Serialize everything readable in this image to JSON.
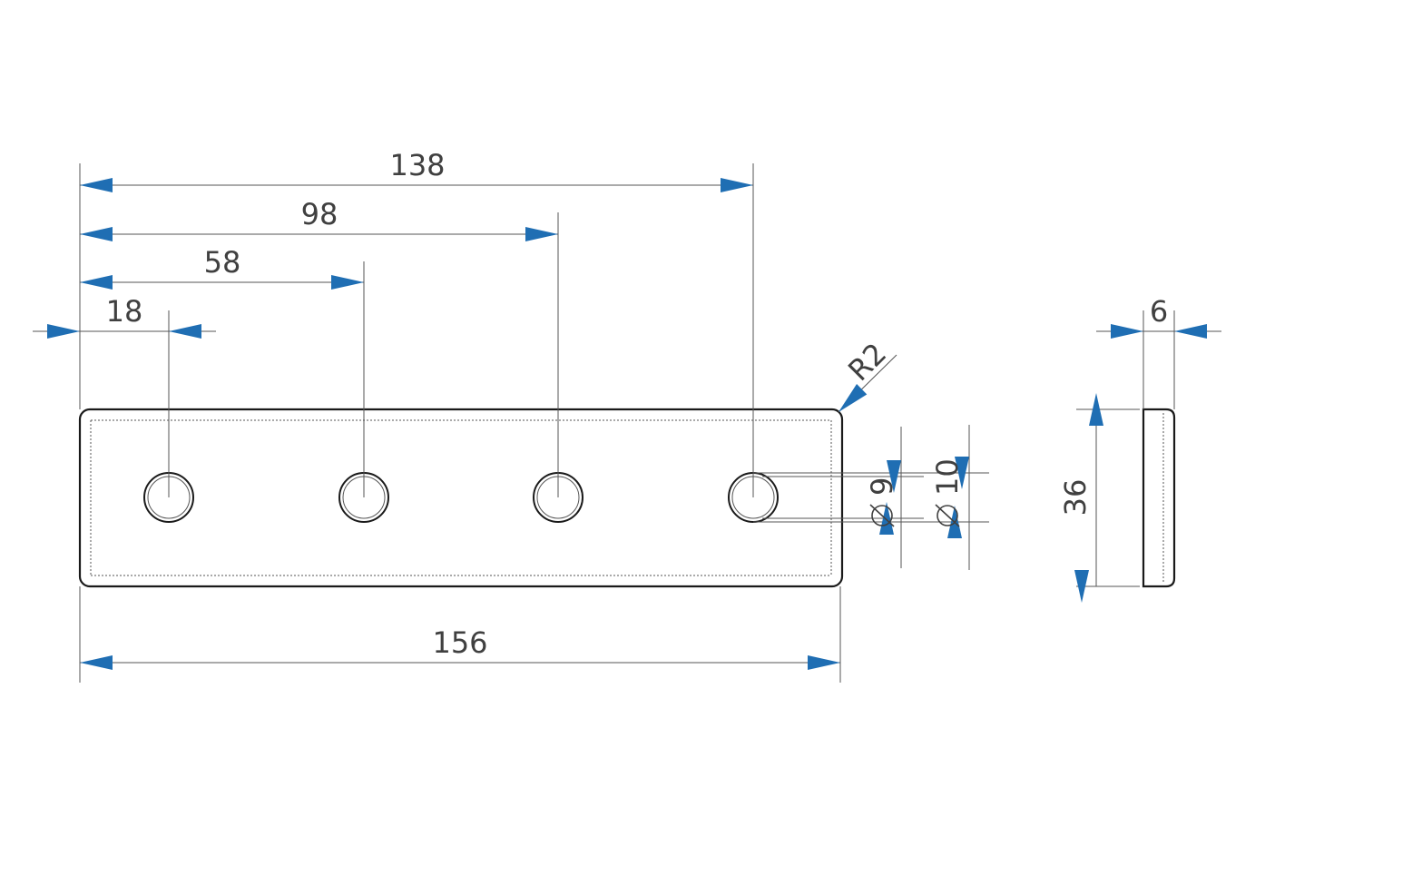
{
  "drawing": {
    "arrow_color": "#1f6eb3",
    "line_color": "#555555",
    "outline_color": "#1a1a1a",
    "dimensions": {
      "hole4_pos": "138",
      "hole3_pos": "98",
      "hole2_pos": "58",
      "hole1_pos": "18",
      "corner_radius": "R2",
      "thickness": "6",
      "diameter_inner": "9",
      "diameter_outer": "10",
      "width": "36",
      "length": "156"
    }
  }
}
